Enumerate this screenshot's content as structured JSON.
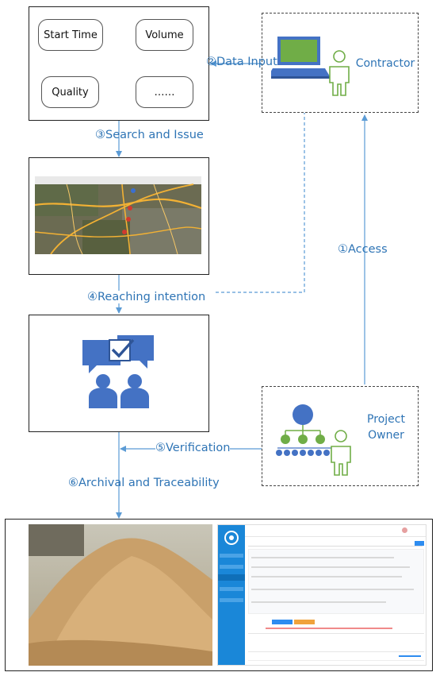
{
  "form_fields": [
    "Start Time",
    "Volume",
    "Quality",
    "……"
  ],
  "steps": {
    "data_input": "②Data Input",
    "search_issue": "③Search and Issue",
    "access": "①Access",
    "reaching": "④Reaching intention",
    "verification": "⑤Verification",
    "archival": "⑥Archival and Traceability"
  },
  "actors": {
    "contractor": "Contractor",
    "project_owner_line1": "Project",
    "project_owner_line2": "Owner"
  },
  "icons": {
    "contractor": "laptop-and-person-icon",
    "owner": "org-chart-and-person-icon",
    "negotiation": "chat-bubbles-with-check-and-people-icon",
    "map": "satellite-map-screenshot"
  },
  "colors": {
    "arrow": "#5b9bd5",
    "label": "#2e74b5",
    "icon_blue": "#4472c4",
    "icon_green": "#70ad47"
  }
}
